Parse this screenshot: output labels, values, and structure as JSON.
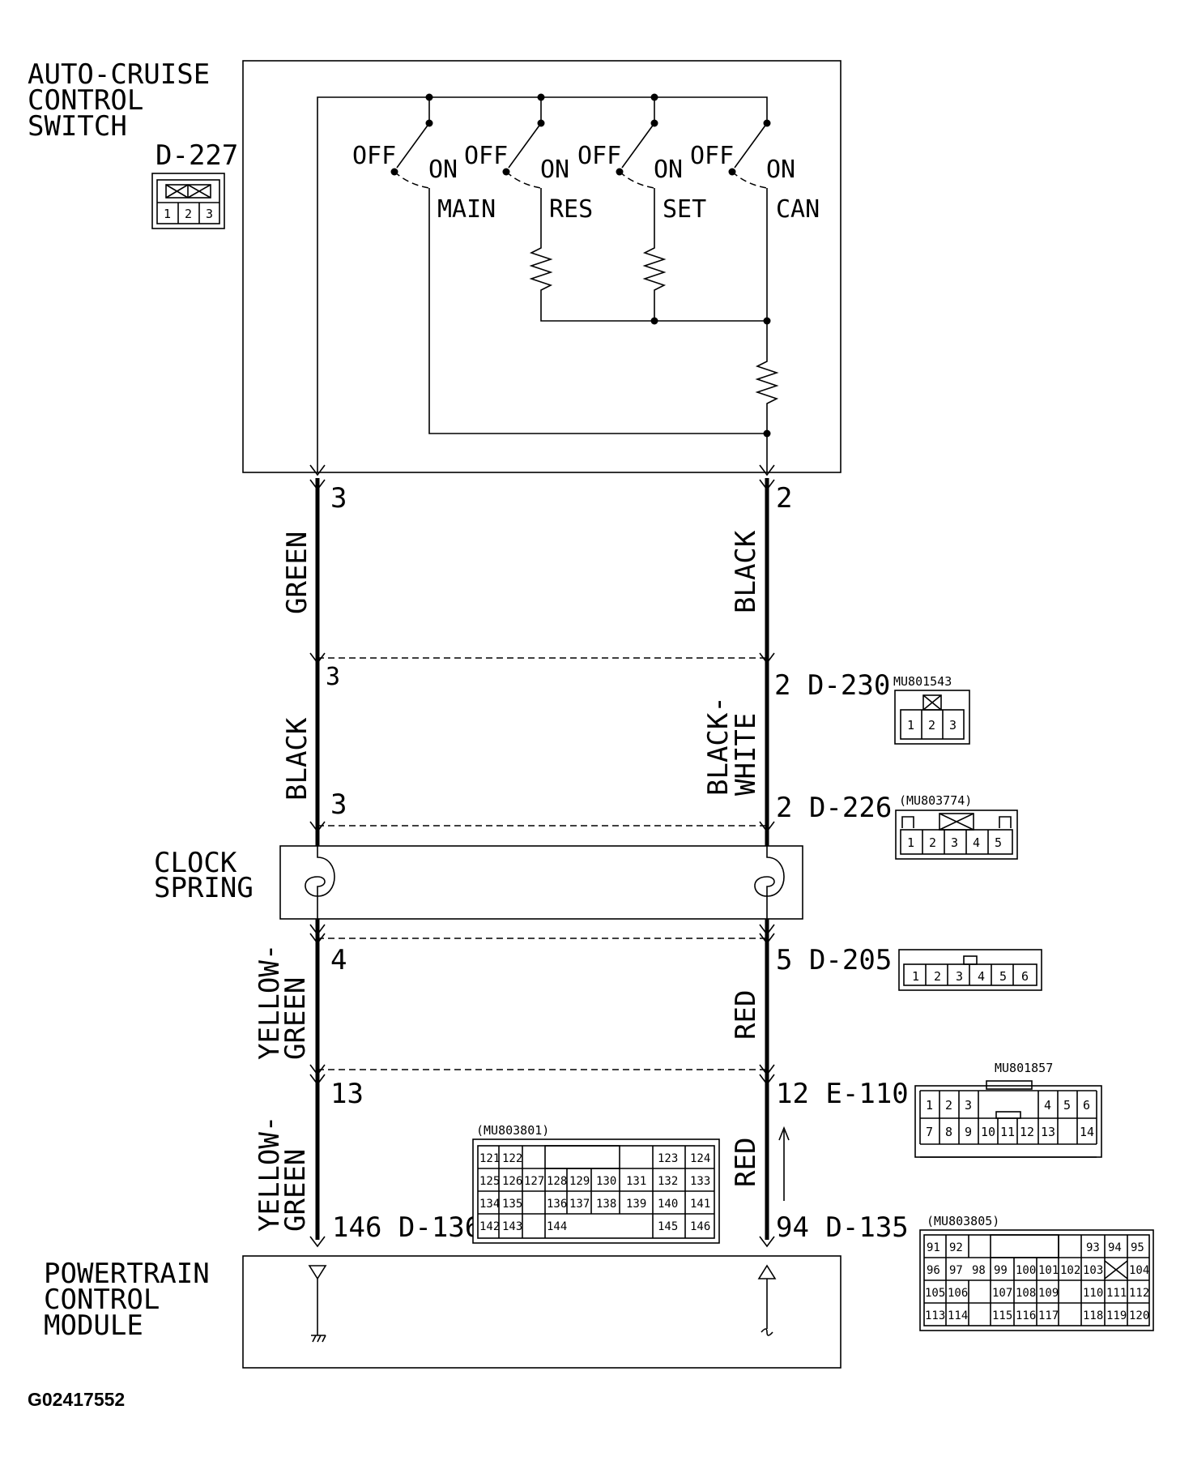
{
  "figure_id": "G02417552",
  "switch_box": {
    "title_lines": [
      "AUTO-CRUISE",
      "CONTROL",
      "SWITCH"
    ],
    "connector": "D-227",
    "pins": [
      "1",
      "2",
      "3"
    ],
    "switches": [
      {
        "off": "OFF",
        "on": "ON",
        "name": "MAIN"
      },
      {
        "off": "OFF",
        "on": "ON",
        "name": "RES"
      },
      {
        "off": "OFF",
        "on": "ON",
        "name": "SET"
      },
      {
        "off": "OFF",
        "on": "ON",
        "name": "CAN"
      }
    ]
  },
  "wires": {
    "left": {
      "pin_top": "3",
      "color1": "GREEN",
      "pin_d230": "3",
      "color2": "BLACK",
      "pin_d226": "3",
      "pin_d205": "4",
      "color3_lines": [
        "YELLOW-",
        "GREEN"
      ],
      "pin_e110": "13",
      "color4_lines": [
        "YELLOW-",
        "GREEN"
      ],
      "pin_pcm": "146 D-136"
    },
    "right": {
      "pin_top": "2",
      "color1": "BLACK",
      "pin_d230": "2 D-230",
      "color2_lines": [
        "BLACK-",
        "WHITE"
      ],
      "pin_d226": "2 D-226",
      "pin_d205": "5 D-205",
      "color3": "RED",
      "pin_e110": "12 E-110",
      "color4": "RED",
      "pin_pcm": "94 D-135"
    }
  },
  "clock_spring": {
    "lines": [
      "CLOCK",
      "SPRING"
    ]
  },
  "pcm": {
    "lines": [
      "POWERTRAIN",
      "CONTROL",
      "MODULE"
    ]
  },
  "connectors": {
    "d230": {
      "part": "MU801543",
      "pins": [
        "1",
        "2",
        "3"
      ]
    },
    "d226": {
      "part": "(MU803774)",
      "pins": [
        "1",
        "2",
        "3",
        "4",
        "5"
      ]
    },
    "d205": {
      "pins": [
        "1",
        "2",
        "3",
        "4",
        "5",
        "6"
      ]
    },
    "e110": {
      "part": "MU801857",
      "row1": [
        "1",
        "2",
        "3",
        "4",
        "5",
        "6"
      ],
      "row2": [
        "7",
        "8",
        "9",
        "10",
        "11",
        "12",
        "13",
        "14"
      ]
    },
    "d136": {
      "part": "(MU803801)",
      "row1": [
        "121",
        "122",
        "123",
        "124"
      ],
      "row2": [
        "125",
        "126",
        "127",
        "128",
        "129",
        "130",
        "131",
        "132",
        "133"
      ],
      "row3": [
        "134",
        "135",
        "136",
        "137",
        "138",
        "139",
        "140",
        "141"
      ],
      "row4": [
        "142",
        "143",
        "144",
        "145",
        "146"
      ]
    },
    "d135": {
      "part": "(MU803805)",
      "row1": [
        "91",
        "92",
        "93",
        "94",
        "95"
      ],
      "row2": [
        "96",
        "97",
        "98",
        "99",
        "100",
        "101",
        "102",
        "103",
        "104"
      ],
      "row3": [
        "105",
        "106",
        "107",
        "108",
        "109",
        "110",
        "111",
        "112"
      ],
      "row4": [
        "113",
        "114",
        "115",
        "116",
        "117",
        "118",
        "119",
        "120"
      ]
    }
  }
}
